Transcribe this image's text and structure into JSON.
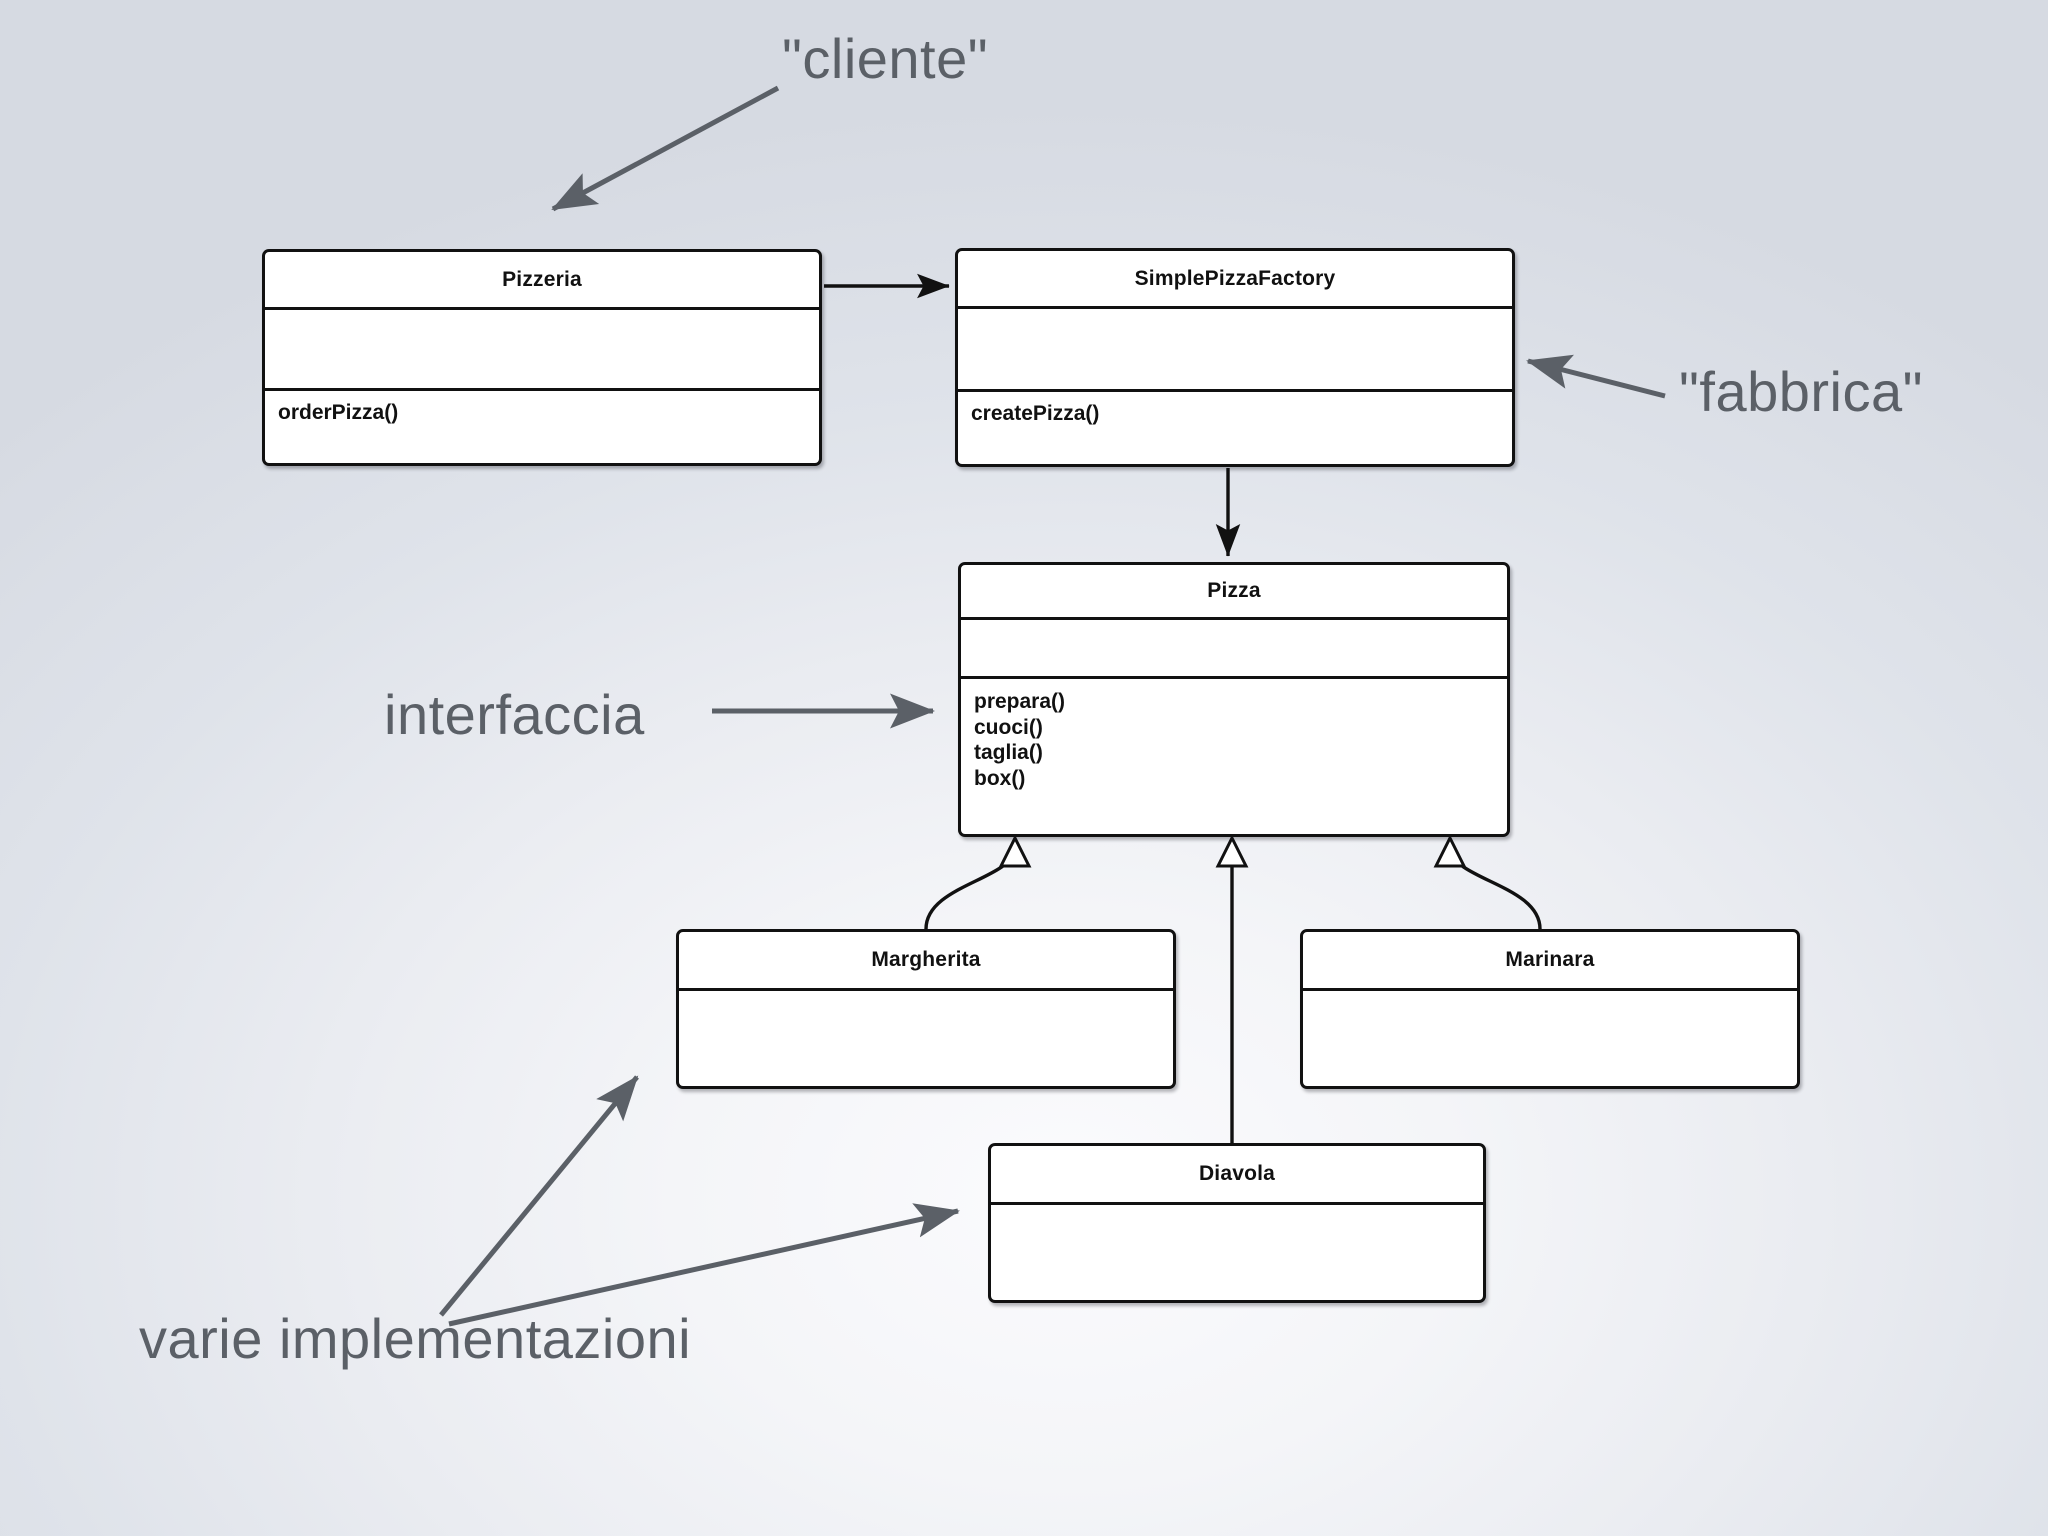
{
  "slide": {
    "kind": "uml-class-diagram",
    "background_color": "#dfe3ea",
    "box_fill": "#ffffff",
    "box_stroke": "#111111",
    "annotation_color": "#5b6067"
  },
  "classes": {
    "pizzeria": {
      "name": "Pizzeria",
      "attributes": "",
      "methods": "orderPizza()"
    },
    "factory": {
      "name": "SimplePizzaFactory",
      "attributes": "",
      "methods": "createPizza()"
    },
    "pizza": {
      "name": "Pizza",
      "attributes": "",
      "methods": "prepara()\ncuoci()\ntaglia()\nbox()"
    },
    "margherita": {
      "name": "Margherita",
      "attributes": ""
    },
    "marinara": {
      "name": "Marinara",
      "attributes": ""
    },
    "diavola": {
      "name": "Diavola",
      "attributes": ""
    }
  },
  "annotations": {
    "cliente": "\"cliente\"",
    "fabbrica": "\"fabbrica\"",
    "interfaccia": "interfaccia",
    "varie_implementazioni": "varie implementazioni"
  },
  "relationships": [
    {
      "from": "Pizzeria",
      "to": "SimplePizzaFactory",
      "type": "association",
      "arrowhead": "filled"
    },
    {
      "from": "SimplePizzaFactory",
      "to": "Pizza",
      "type": "association",
      "arrowhead": "filled"
    },
    {
      "from": "Margherita",
      "to": "Pizza",
      "type": "generalization",
      "arrowhead": "hollow-triangle"
    },
    {
      "from": "Diavola",
      "to": "Pizza",
      "type": "generalization",
      "arrowhead": "hollow-triangle"
    },
    {
      "from": "Marinara",
      "to": "Pizza",
      "type": "generalization",
      "arrowhead": "hollow-triangle"
    }
  ],
  "annotation_pointers": [
    {
      "label": "\"cliente\"",
      "points_to": "Pizzeria"
    },
    {
      "label": "\"fabbrica\"",
      "points_to": "SimplePizzaFactory"
    },
    {
      "label": "interfaccia",
      "points_to": "Pizza"
    },
    {
      "label": "varie implementazioni",
      "points_to": "Margherita"
    },
    {
      "label": "varie implementazioni",
      "points_to": "Diavola"
    }
  ]
}
